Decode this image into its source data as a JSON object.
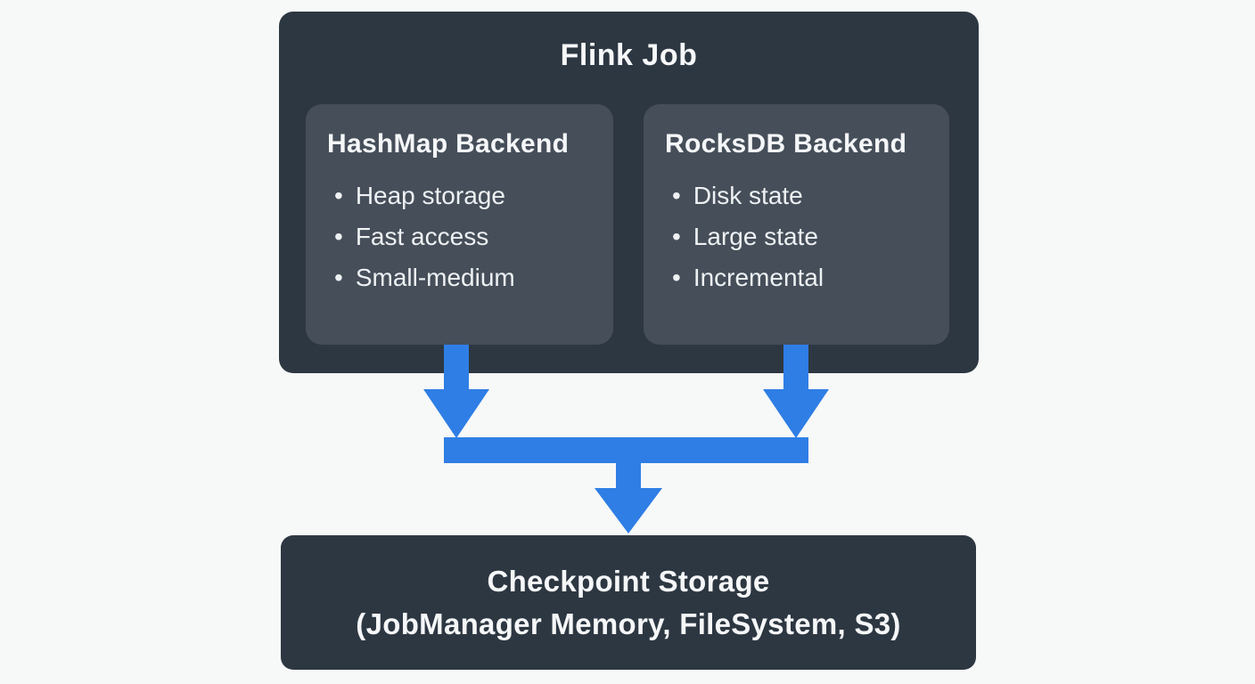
{
  "colors": {
    "background": "#f7f8f8",
    "box_dark": "#2d3742",
    "card_gray": "#454e59",
    "accent_blue": "#2f7ee5",
    "text_light": "#f5f7f8"
  },
  "diagram": {
    "flink_job": {
      "title": "Flink Job",
      "backends": [
        {
          "title": "HashMap Backend",
          "bullets": [
            "Heap storage",
            "Fast access",
            "Small-medium"
          ]
        },
        {
          "title": "RocksDB Backend",
          "bullets": [
            "Disk state",
            "Large state",
            "Incremental"
          ]
        }
      ]
    },
    "connectors": {
      "type": "two arrows merging into one",
      "from": [
        "HashMap Backend",
        "RocksDB Backend"
      ],
      "to": "Checkpoint Storage",
      "color": "#2f7ee5"
    },
    "checkpoint_storage": {
      "line1": "Checkpoint Storage",
      "line2": "(JobManager Memory, FileSystem, S3)"
    }
  }
}
